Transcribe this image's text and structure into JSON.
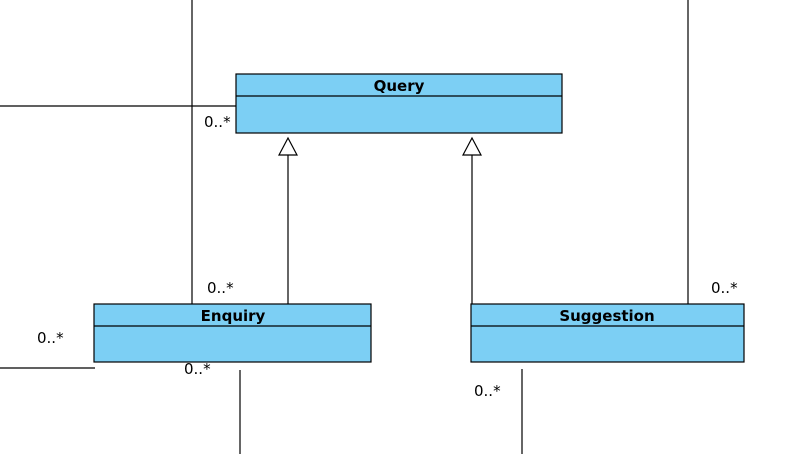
{
  "diagram": {
    "classes": {
      "query": {
        "name": "Query"
      },
      "enquiry": {
        "name": "Enquiry"
      },
      "suggestion": {
        "name": "Suggestion"
      }
    },
    "multiplicities": {
      "query_left": "0..*",
      "enquiry_top": "0..*",
      "enquiry_left": "0..*",
      "enquiry_bottom": "0..*",
      "suggestion_top": "0..*",
      "suggestion_bottom": "0..*"
    },
    "relationships": [
      {
        "type": "generalization",
        "from": "Enquiry",
        "to": "Query"
      },
      {
        "type": "generalization",
        "from": "Suggestion",
        "to": "Query"
      }
    ],
    "colors": {
      "class_fill": "#7ccff4",
      "line": "#000000",
      "background": "#ffffff"
    }
  }
}
